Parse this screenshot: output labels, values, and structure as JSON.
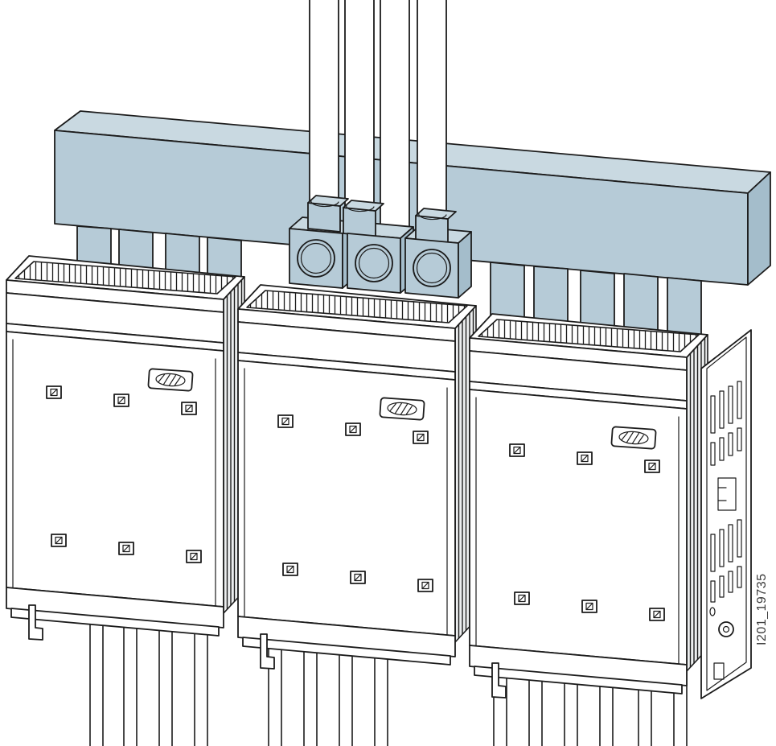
{
  "figure": {
    "label": "I201_19735"
  },
  "colors": {
    "background": "#ffffff",
    "line": "#1c1c1c",
    "busbar_top": "#c9d9e1",
    "busbar_front": "#b6cbd7",
    "busbar_side": "#a4bdcb",
    "label_text": "#3c3c3c"
  },
  "parts": {
    "busbar": "busbar-trunking",
    "cables": "incoming-supply-cables",
    "lugs": "cable-terminal-lugs",
    "taps": "busbar-tap-connectors",
    "units": "fuse-switch-disconnectors",
    "end_cover": "end-cover-panel",
    "conductors": "outgoing-conductors"
  }
}
